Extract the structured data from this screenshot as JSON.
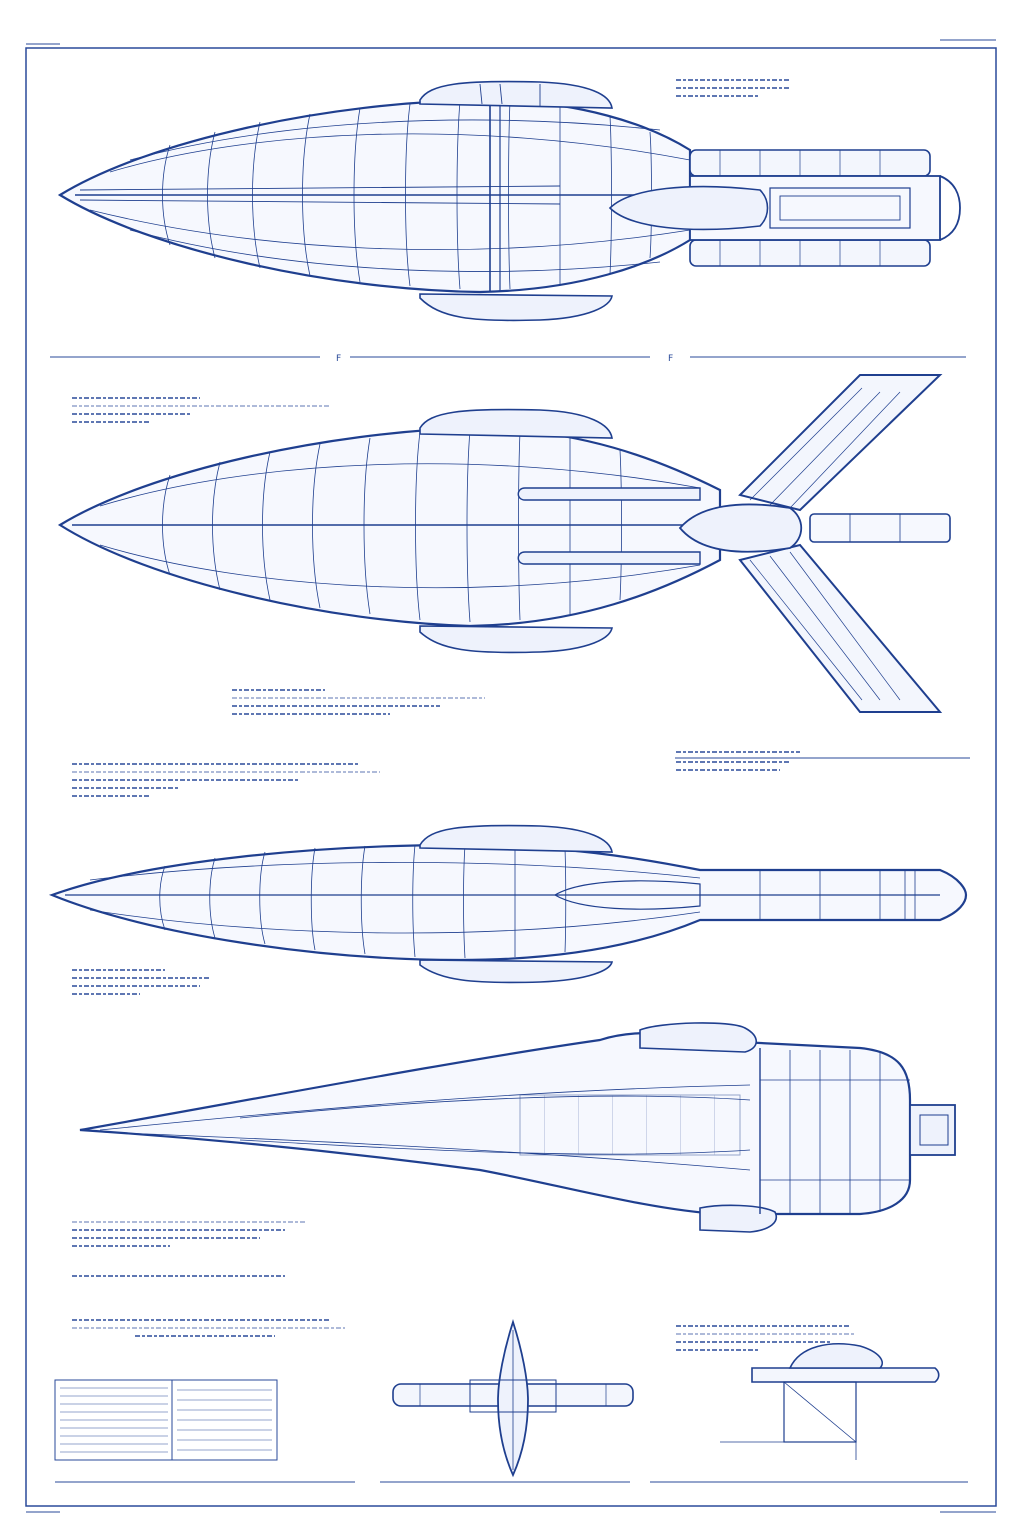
{
  "sheet": {
    "ink_color": "#1f3f8f",
    "paper_color": "#ffffff",
    "callout_marks": [
      "F",
      "F"
    ]
  },
  "views": [
    {
      "name": "top-view"
    },
    {
      "name": "winged-view"
    },
    {
      "name": "side-view"
    },
    {
      "name": "perspective-view"
    },
    {
      "name": "front-view"
    },
    {
      "name": "rear-detail-view"
    }
  ]
}
